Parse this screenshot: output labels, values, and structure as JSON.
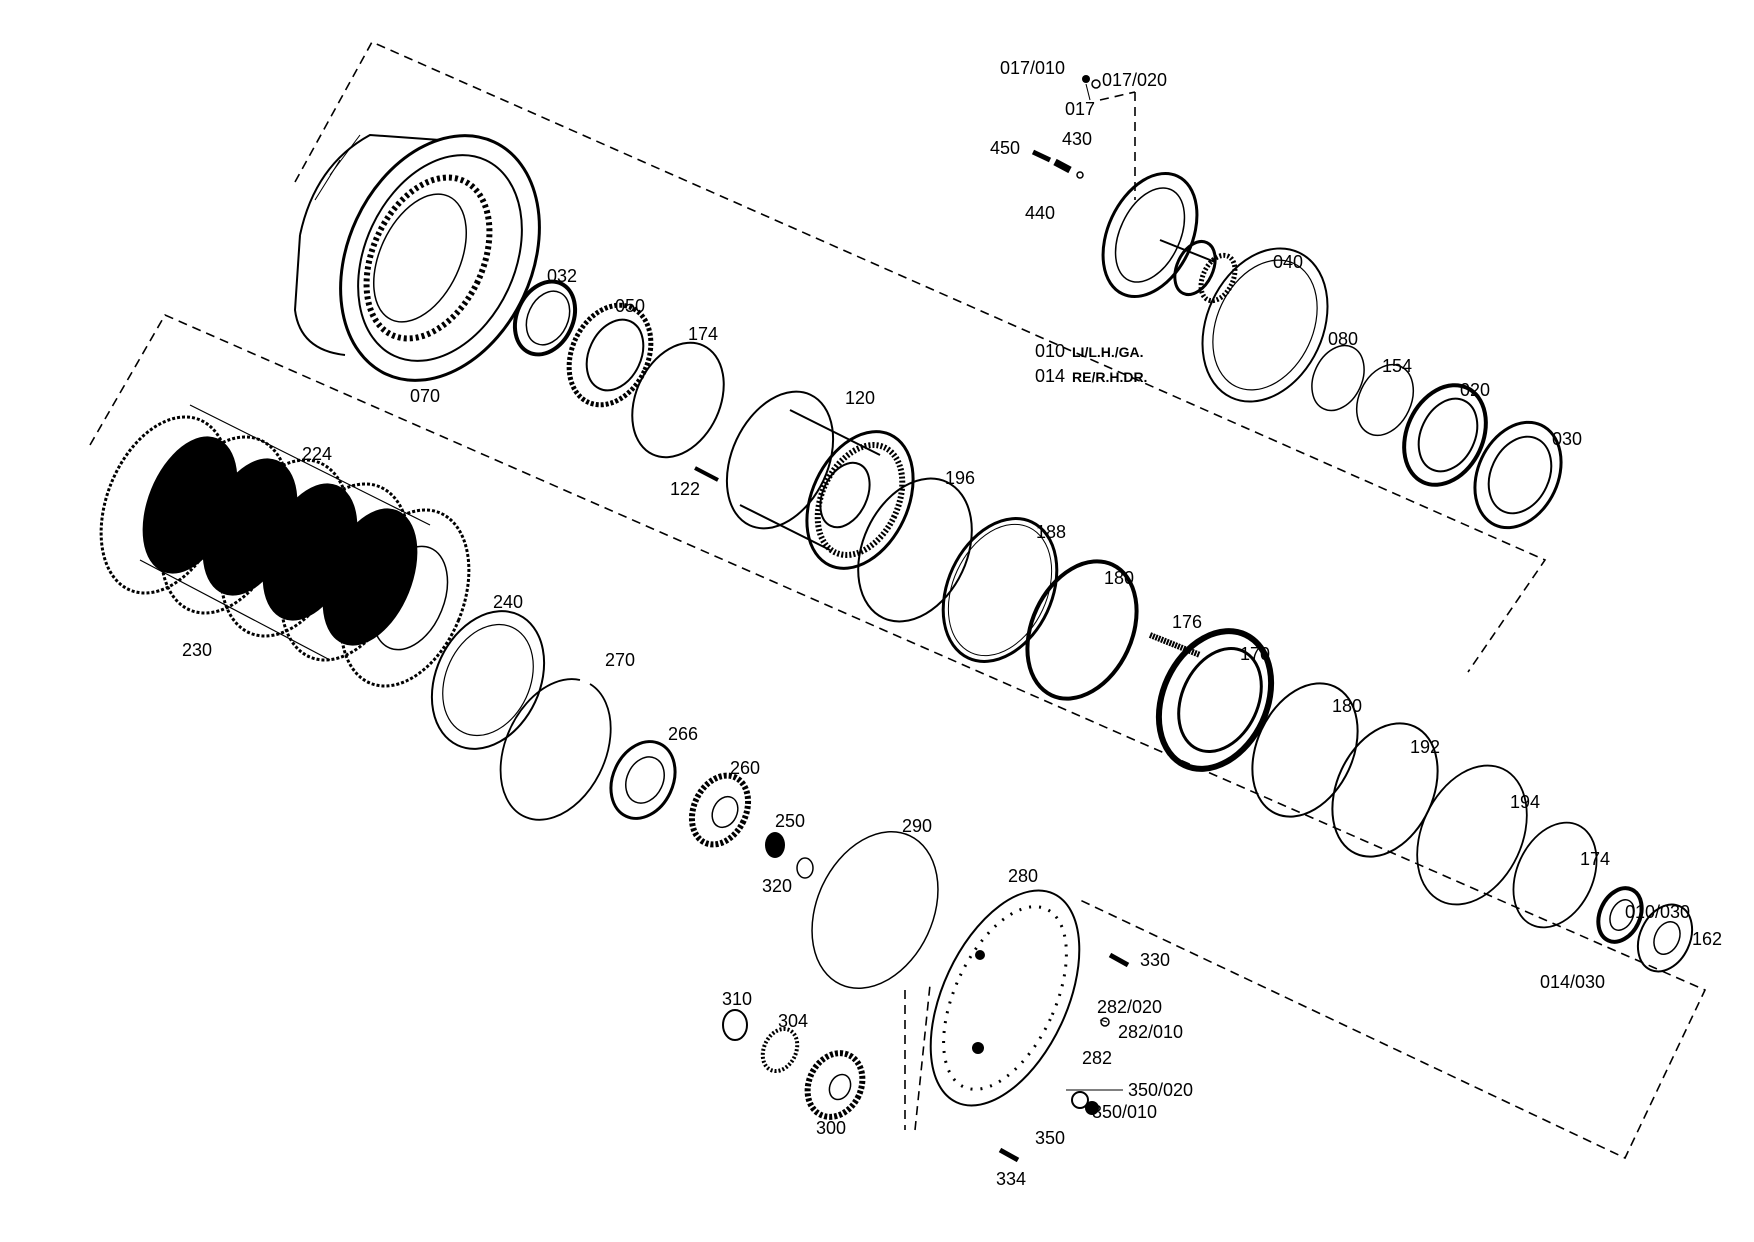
{
  "labels": {
    "l017_010": "017/010",
    "l017_020": "017/020",
    "l017": "017",
    "l450": "450",
    "l430": "430",
    "l440": "440",
    "l040": "040",
    "l010": "010",
    "l010_note": "LI/L.H./GA.",
    "l014": "014",
    "l014_note": "RE/R.H.DR.",
    "l080": "080",
    "l154": "154",
    "l020": "020",
    "l030": "030",
    "l032": "032",
    "l050": "050",
    "l174a": "174",
    "l070": "070",
    "l120": "120",
    "l122": "122",
    "l196": "196",
    "l188": "188",
    "l180a": "180",
    "l176": "176",
    "l170": "170",
    "l180b": "180",
    "l192": "192",
    "l194": "194",
    "l174b": "174",
    "l010_030": "010/030",
    "l162": "162",
    "l014_030": "014/030",
    "l224": "224",
    "l230": "230",
    "l240": "240",
    "l270": "270",
    "l266": "266",
    "l260": "260",
    "l250": "250",
    "l320": "320",
    "l290": "290",
    "l280": "280",
    "l330": "330",
    "l282_020": "282/020",
    "l282_010": "282/010",
    "l282": "282",
    "l350_020": "350/020",
    "l350_010": "350/010",
    "l350": "350",
    "l334": "334",
    "l310": "310",
    "l304": "304",
    "l300": "300"
  }
}
